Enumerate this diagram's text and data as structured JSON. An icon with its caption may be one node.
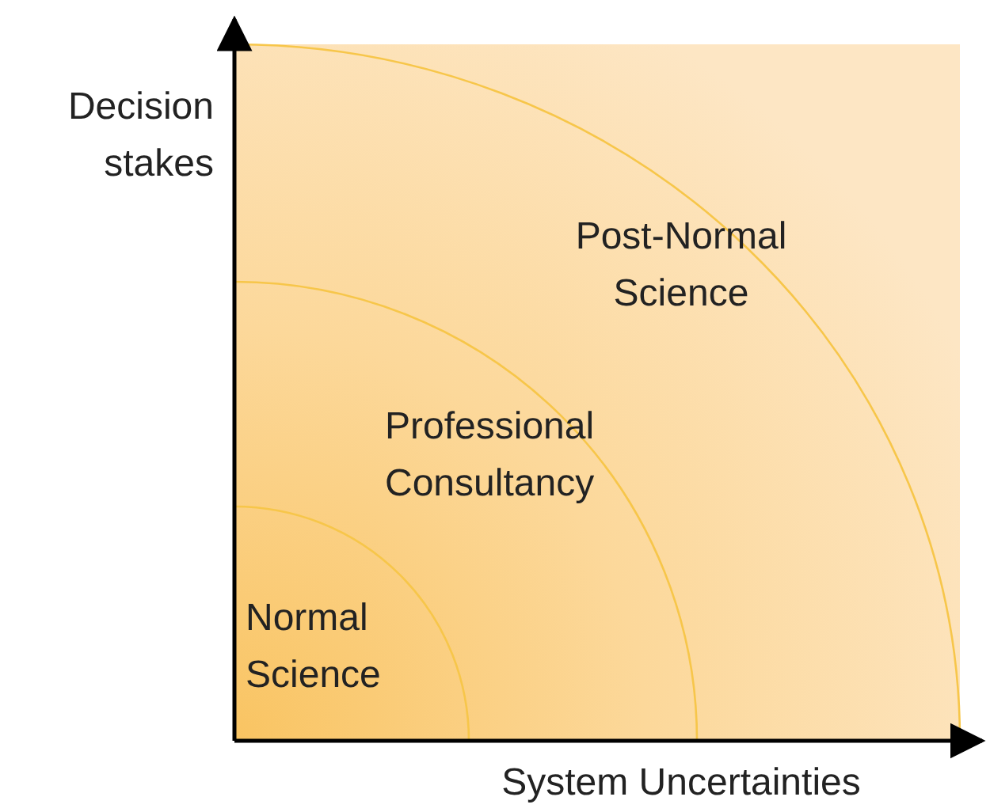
{
  "diagram": {
    "nodes": [
      {
        "text": [
          "Normal Science"
        ]
      },
      {
        "text": [
          "Professional Consultancy"
        ]
      },
      {
        "text": [
          "Post-Normal Science"
        ]
      }
    ],
    "labels": [
      "Decision stakes",
      "System Uncertainties"
    ]
  }
}
